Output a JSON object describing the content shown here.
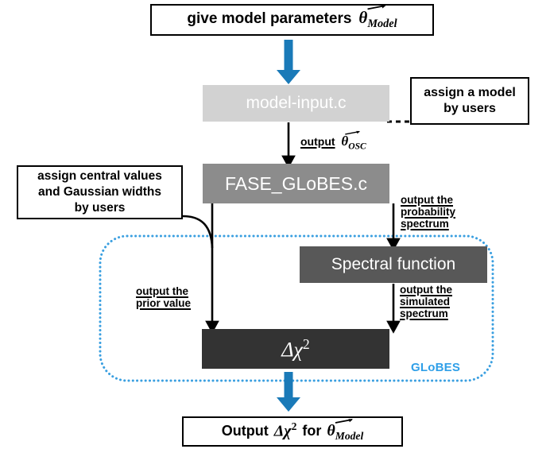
{
  "diagram": {
    "title": "FASE_GLoBES flow chart",
    "colors": {
      "blue_arrow": "#1a7ab8",
      "globes_blue": "#2f9fe8",
      "dotted_border": "#3a9fe0",
      "box_light_gray": "#d2d2d2",
      "box_mid_gray": "#8c8c8c",
      "box_dark_gray": "#585858",
      "box_charcoal": "#333333",
      "outline_black": "#000000",
      "text_white": "#ffffff"
    },
    "nodes": {
      "input_top": {
        "text_plain": "give model parameters",
        "symbol": "θ",
        "subscript": "Model",
        "style": "outline"
      },
      "model_input": {
        "label": "model-input.c",
        "style": "filled-light-gray"
      },
      "assign_model": {
        "line1": "assign a model",
        "line2": "by users",
        "style": "outline"
      },
      "fase_globes": {
        "label": "FASE_GLoBES.c",
        "style": "filled-mid-gray"
      },
      "assign_central": {
        "line1": "assign central values",
        "line2": "and Gaussian widths",
        "line3": "by users",
        "style": "outline"
      },
      "spectral_function": {
        "label": "Spectral function",
        "style": "filled-dark-gray"
      },
      "delta_chi2": {
        "symbol": "Δχ",
        "superscript": "2",
        "style": "filled-charcoal"
      },
      "output_bottom": {
        "prefix": "Output",
        "symbol": "Δχ",
        "superscript": "2",
        "middle": "for",
        "vector_symbol": "θ",
        "subscript": "Model",
        "style": "outline"
      }
    },
    "edge_labels": {
      "output_osc": {
        "word": "output",
        "symbol": "θ",
        "subscript": "OSC"
      },
      "output_probability": {
        "line1": "output the",
        "line2": "probability",
        "line3": "spectrum"
      },
      "output_prior": {
        "line1": "output the",
        "line2": "prior value"
      },
      "output_simulated": {
        "line1": "output the",
        "line2": "simulated",
        "line3": "spectrum"
      }
    },
    "region": {
      "tag": "GLoBES"
    }
  }
}
